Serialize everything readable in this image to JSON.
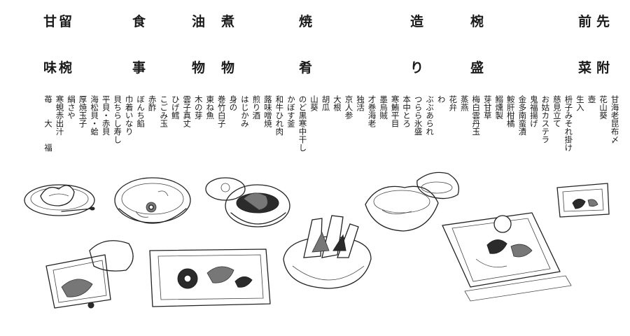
{
  "headings_top": [
    "甘",
    "留",
    "食",
    "油",
    "煮",
    "焼",
    "造",
    "椀",
    "前",
    "先"
  ],
  "headings_bottom": [
    "味",
    "椀",
    "事",
    "物",
    "物",
    "肴",
    "り",
    "盛",
    "菜",
    "附"
  ],
  "dish_columns": [
    "苺　　大　　福",
    "寒蜆赤出汁",
    "絹さや",
    "厚焼玉子",
    "海松貝・蛤",
    "平貝・赤貝",
    "貝ちらし寿し",
    "巾着いなり",
    "ぼんち餡",
    "赤酢",
    "こごみ玉",
    "ひげ鱈",
    "雲子真丈",
    "木の芽",
    "東ね魚",
    "巻竹白子",
    "身の",
    "はじかみ",
    "煎り酒",
    "蕗味噌焼",
    "和牛ひれ肉",
    "かぼす釜",
    "のど黒寒中干し",
    "山葵",
    "胡瓜",
    "大根",
    "京人参",
    "独活",
    "才巻海老",
    "墨烏賊",
    "寒鮪平目",
    "本中とろ",
    "つらら氷盛",
    "ぶぶあられ",
    "わ",
    "花弁",
    "蒸燕",
    "梅白雲丹玉",
    "芽甘草",
    "鰯燻製",
    "鮟肝柑橘",
    "金多南蛮漬",
    "鬼福揚げ",
    "お姑カステラ",
    "慈見立て",
    "枡子みそれ掛け",
    "生入",
    "壺",
    "花山葵",
    "甘海老昆布〆"
  ]
}
